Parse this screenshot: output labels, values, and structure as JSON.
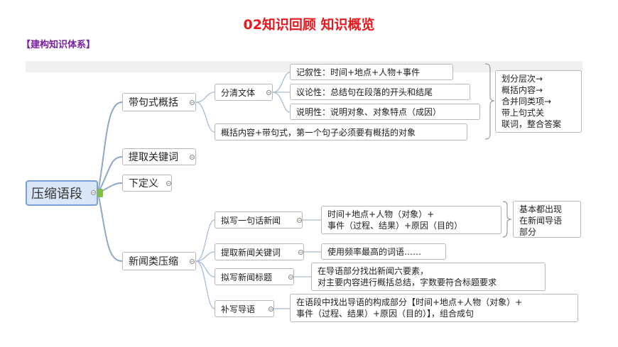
{
  "header": {
    "title": "02知识回顾 知识概览",
    "subtitle": "【建构知识体系】"
  },
  "colors": {
    "title": "#e6191e",
    "subtitle": "#7a1fa0",
    "central_fill": "#d9e6f8",
    "central_border": "#7aa0d6",
    "branch_line": "#8fa8c8"
  },
  "mindmap": {
    "central": "压缩语段",
    "branches": [
      {
        "label": "带句式概括",
        "children": [
          {
            "label": "分清文体",
            "children": [
              "记叙性：时间+地点+人物+事件",
              "议论性：总结句在段落的开头和结尾",
              "说明性：说明对象、对象特点（成因）"
            ]
          },
          {
            "label": "概括内容+带句式，第一个句子必须要有概括的对象"
          }
        ],
        "note": [
          "划分层次→",
          "概括内容→",
          "合并同类项→",
          "带上句式关",
          "联词，整合答案"
        ]
      },
      {
        "label": "提取关键词"
      },
      {
        "label": "下定义"
      },
      {
        "label": "新闻类压缩",
        "children": [
          {
            "label": "拟写一句话新闻",
            "detail": [
              "时间+地点+人物（对象）+",
              "事件（过程、结果）+原因（目的）"
            ],
            "note": [
              "基本都出现",
              "在新闻导语",
              "部分"
            ]
          },
          {
            "label": "提取新闻关键词",
            "detail": [
              "使用频率最高的词语……"
            ]
          },
          {
            "label": "拟写新闻标题",
            "detail": [
              "在导语部分找出新闻六要素，",
              "对主要内容进行概括总结，字数要符合标题要求"
            ]
          },
          {
            "label": "补写导语",
            "detail": [
              "在语段中找出导语的构成部分【时间+地点+人物（对象）+",
              "事件（过程、结果）+原因（目的）】，组合成句"
            ]
          }
        ]
      }
    ]
  }
}
